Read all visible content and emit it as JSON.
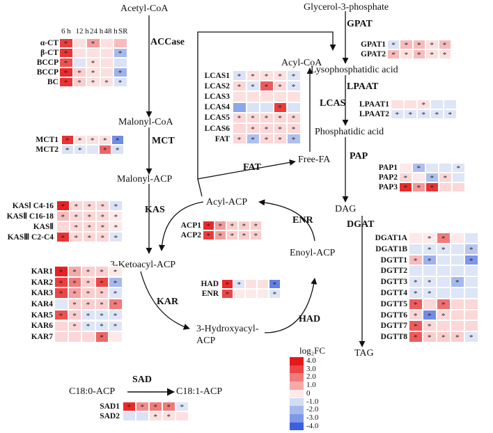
{
  "metabolites": {
    "acetyl_coa": "Acetyl-CoA",
    "malonyl_coa": "Malonyl-CoA",
    "malonyl_acp": "Malonyl-ACP",
    "acyl_acp": "Acyl-ACP",
    "ketoacyl_acp": "3-Ketoacyl-ACP",
    "hydroxyacyl_acp_1": "3-Hydroxyacyl-",
    "hydroxyacyl_acp_2": "ACP",
    "enoyl_acp": "Enoyl-ACP",
    "c18_0": "C18:0-ACP",
    "c18_1": "C18:1-ACP",
    "acyl_coa": "Acyl-CoA",
    "free_fa": "Free-FA",
    "g3p": "Glycerol-3-phosphate",
    "lpa": "Lysophosphatidic acid",
    "pa": "Phosphatidic acid",
    "dag": "DAG",
    "tag": "TAG"
  },
  "enzymes": {
    "accase": "ACCase",
    "mct": "MCT",
    "kas": "KAS",
    "kar": "KAR",
    "had": "HAD",
    "enr": "ENR",
    "sad": "SAD",
    "lcas": "LCAS",
    "fat_left": "FAT",
    "fat_mid": "FAT",
    "gpat": "GPAT",
    "lpaat": "LPAAT",
    "pap": "PAP",
    "dgat": "DGAT"
  },
  "time_headers": [
    "6 h",
    "12 h",
    "24 h",
    "48 h",
    "SR"
  ],
  "legend": {
    "title": "log₂FC",
    "ticks": [
      "4.0",
      "3.0",
      "2.0",
      "1.0",
      "0",
      "-1.0",
      "-2.0",
      "-3.0",
      "-4.0"
    ],
    "colors": [
      "#e8171a",
      "#ec4647",
      "#f07b7b",
      "#f5a9a9",
      "#fde9e9",
      "#d2dcf3",
      "#a6b9ec",
      "#7d97e9",
      "#3b5fe0"
    ]
  },
  "heatmaps": {
    "accase": {
      "genes": [
        "α-CT",
        "β-CT",
        "BCCP",
        "BCCP",
        "BC"
      ],
      "values": [
        [
          3.2,
          0.4,
          1.3,
          0.4,
          0.8
        ],
        [
          3.4,
          0.4,
          0.4,
          0.4,
          -2.0
        ],
        [
          2.8,
          -0.4,
          0.4,
          0.4,
          -0.6
        ],
        [
          3.6,
          0.6,
          0.4,
          0.4,
          -2.2
        ],
        [
          3.4,
          0.6,
          0.4,
          0.4,
          -0.6
        ]
      ],
      "marks": [
        [
          1,
          0,
          1,
          0,
          0
        ],
        [
          1,
          0,
          0,
          0,
          1
        ],
        [
          1,
          0,
          1,
          0,
          0
        ],
        [
          1,
          1,
          1,
          0,
          1
        ],
        [
          1,
          1,
          1,
          1,
          1
        ]
      ]
    },
    "mct": {
      "genes": [
        "MCT1",
        "MCT2"
      ],
      "values": [
        [
          3.4,
          0.4,
          0.4,
          0.4,
          -3.2
        ],
        [
          -0.6,
          -0.4,
          -0.4,
          2.4,
          -0.6
        ]
      ],
      "marks": [
        [
          1,
          1,
          1,
          1,
          1
        ],
        [
          1,
          1,
          0,
          1,
          1
        ]
      ]
    },
    "kas": {
      "genes": [
        "KASⅠ C4-16",
        "KASⅡ C16-18",
        "KASⅡ",
        "KASⅢ C2-C4"
      ],
      "values": [
        [
          3.8,
          0.5,
          0.5,
          0.5,
          -0.6
        ],
        [
          0.8,
          0.5,
          0.5,
          0.5,
          0.3
        ],
        [
          0.5,
          0.5,
          0.5,
          0.5,
          0.3
        ],
        [
          3.4,
          0.5,
          0.5,
          0.5,
          -0.4
        ]
      ],
      "marks": [
        [
          1,
          1,
          1,
          1,
          1
        ],
        [
          1,
          1,
          1,
          1,
          1
        ],
        [
          0,
          1,
          1,
          1,
          1
        ],
        [
          1,
          1,
          1,
          1,
          1
        ]
      ]
    },
    "acp": {
      "genes": [
        "ACP1",
        "ACP2"
      ],
      "values": [
        [
          3.6,
          1.3,
          0.6,
          0.6,
          0.6
        ],
        [
          3.2,
          1.2,
          0.6,
          0.6,
          0.6
        ]
      ],
      "marks": [
        [
          1,
          1,
          1,
          1,
          1
        ],
        [
          1,
          1,
          1,
          1,
          1
        ]
      ]
    },
    "had_enr": {
      "genes": [
        "HAD",
        "ENR"
      ],
      "values": [
        [
          3.6,
          -0.4,
          0.4,
          0.4,
          -3.4
        ],
        [
          3.0,
          0.3,
          0.3,
          0.3,
          -0.5
        ]
      ],
      "marks": [
        [
          1,
          1,
          0,
          0,
          1
        ],
        [
          1,
          0,
          0,
          0,
          1
        ]
      ]
    },
    "kar": {
      "genes": [
        "KAR1",
        "KAR2",
        "KAR3",
        "KAR4",
        "KAR5",
        "KAR6",
        "KAR7"
      ],
      "values": [
        [
          3.8,
          1.0,
          0.6,
          0.6,
          0.3
        ],
        [
          3.2,
          2.0,
          0.6,
          3.0,
          -2.0
        ],
        [
          3.0,
          1.2,
          0.6,
          0.6,
          -0.4
        ],
        [
          -0.3,
          0.6,
          0.6,
          0.6,
          2.0
        ],
        [
          2.8,
          0.6,
          -0.4,
          -0.4,
          -0.4
        ],
        [
          0.5,
          0.5,
          -0.4,
          -0.4,
          -0.4
        ],
        [
          0.5,
          0.5,
          0.5,
          2.4,
          0.3
        ]
      ],
      "marks": [
        [
          1,
          1,
          1,
          1,
          1
        ],
        [
          1,
          1,
          1,
          1,
          1
        ],
        [
          1,
          1,
          1,
          1,
          1
        ],
        [
          0,
          1,
          1,
          1,
          1
        ],
        [
          1,
          1,
          1,
          1,
          1
        ],
        [
          0,
          1,
          1,
          1,
          1
        ],
        [
          0,
          0,
          0,
          1,
          0
        ]
      ]
    },
    "sad": {
      "genes": [
        "SAD1",
        "SAD2"
      ],
      "values": [
        [
          3.6,
          1.6,
          2.0,
          2.0,
          -0.4
        ],
        [
          -0.6,
          -0.6,
          0.4,
          0.4,
          0.4
        ]
      ],
      "marks": [
        [
          1,
          1,
          1,
          1,
          1
        ],
        [
          0,
          0,
          1,
          1,
          0
        ]
      ]
    },
    "lcas": {
      "genes": [
        "LCAS1",
        "LCAS2",
        "LCAS3",
        "LCAS4",
        "LCAS5",
        "LCAS6",
        "FAT"
      ],
      "values": [
        [
          -0.6,
          0.4,
          0.4,
          0.4,
          -0.4
        ],
        [
          0.5,
          -0.4,
          2.6,
          0.5,
          -0.4
        ],
        [
          0.4,
          0.4,
          0.4,
          0.4,
          0.4
        ],
        [
          -2.6,
          -0.6,
          -0.6,
          3.2,
          -0.6
        ],
        [
          0.5,
          0.5,
          0.5,
          0.5,
          0.5
        ],
        [
          0.5,
          0.5,
          0.5,
          0.5,
          0.5
        ],
        [
          0.5,
          -1.8,
          0.5,
          0.5,
          -1.8
        ]
      ],
      "marks": [
        [
          1,
          1,
          1,
          1,
          1
        ],
        [
          1,
          1,
          1,
          1,
          1
        ],
        [
          0,
          0,
          0,
          0,
          0
        ],
        [
          0,
          0,
          0,
          1,
          0
        ],
        [
          1,
          1,
          1,
          1,
          1
        ],
        [
          0,
          1,
          1,
          1,
          1
        ],
        [
          1,
          1,
          1,
          1,
          1
        ]
      ]
    },
    "gpat": {
      "genes": [
        "GPAT1",
        "GPAT2"
      ],
      "values": [
        [
          -0.6,
          0.8,
          0.8,
          0.4,
          0.8
        ],
        [
          0.8,
          0.4,
          0.8,
          0.4,
          0.4
        ]
      ],
      "marks": [
        [
          1,
          1,
          1,
          1,
          1
        ],
        [
          1,
          1,
          1,
          1,
          1
        ]
      ]
    },
    "lpaat": {
      "genes": [
        "LPAAT1",
        "LPAAT2"
      ],
      "values": [
        [
          0.4,
          0.4,
          0.4,
          -0.4,
          -0.4
        ],
        [
          -0.4,
          -0.4,
          -0.4,
          -0.4,
          -0.4
        ]
      ],
      "marks": [
        [
          0,
          0,
          1,
          0,
          0
        ],
        [
          1,
          1,
          1,
          1,
          1
        ]
      ]
    },
    "pap": {
      "genes": [
        "PAP1",
        "PAP2",
        "PAP3"
      ],
      "values": [
        [
          0.3,
          -1.8,
          -0.4,
          -0.4,
          -0.4
        ],
        [
          0.5,
          0.3,
          -1.8,
          0.5,
          -0.4
        ],
        [
          3.6,
          1.4,
          3.4,
          0.5,
          0.5
        ]
      ],
      "marks": [
        [
          0,
          1,
          0,
          0,
          1
        ],
        [
          1,
          0,
          1,
          1,
          0
        ],
        [
          1,
          1,
          1,
          0,
          0
        ]
      ]
    },
    "dgat": {
      "genes": [
        "DGAT1A",
        "DGAT1B",
        "DGTT1",
        "DGTT2",
        "DGTT3",
        "DGTT4",
        "DGTT5",
        "DGTT6",
        "DGTT7",
        "DGTT8"
      ],
      "values": [
        [
          0.3,
          0.3,
          2.0,
          0.3,
          -0.4
        ],
        [
          -0.4,
          -0.4,
          -0.4,
          -0.4,
          -1.6
        ],
        [
          0.8,
          -2.2,
          -0.4,
          -0.4,
          -3.0
        ],
        [
          -0.4,
          -0.4,
          -0.4,
          -0.4,
          -0.4
        ],
        [
          -0.4,
          -0.4,
          -0.4,
          -2.0,
          -0.4
        ],
        [
          -0.4,
          -0.4,
          -0.4,
          -0.4,
          -0.4
        ],
        [
          2.6,
          0.5,
          2.2,
          0.5,
          0.5
        ],
        [
          0.5,
          -3.2,
          0.5,
          0.5,
          0.5
        ],
        [
          2.6,
          0.5,
          0.5,
          0.5,
          0.5
        ],
        [
          2.6,
          0.6,
          0.6,
          0.6,
          -0.4
        ]
      ],
      "marks": [
        [
          0,
          1,
          1,
          0,
          0
        ],
        [
          0,
          1,
          1,
          0,
          1
        ],
        [
          1,
          1,
          0,
          0,
          1
        ],
        [
          0,
          0,
          0,
          0,
          0
        ],
        [
          1,
          1,
          0,
          1,
          0
        ],
        [
          1,
          1,
          0,
          0,
          0
        ],
        [
          1,
          0,
          1,
          0,
          0
        ],
        [
          1,
          1,
          1,
          0,
          0
        ],
        [
          1,
          1,
          0,
          0,
          0
        ],
        [
          1,
          1,
          1,
          1,
          1
        ]
      ]
    }
  }
}
